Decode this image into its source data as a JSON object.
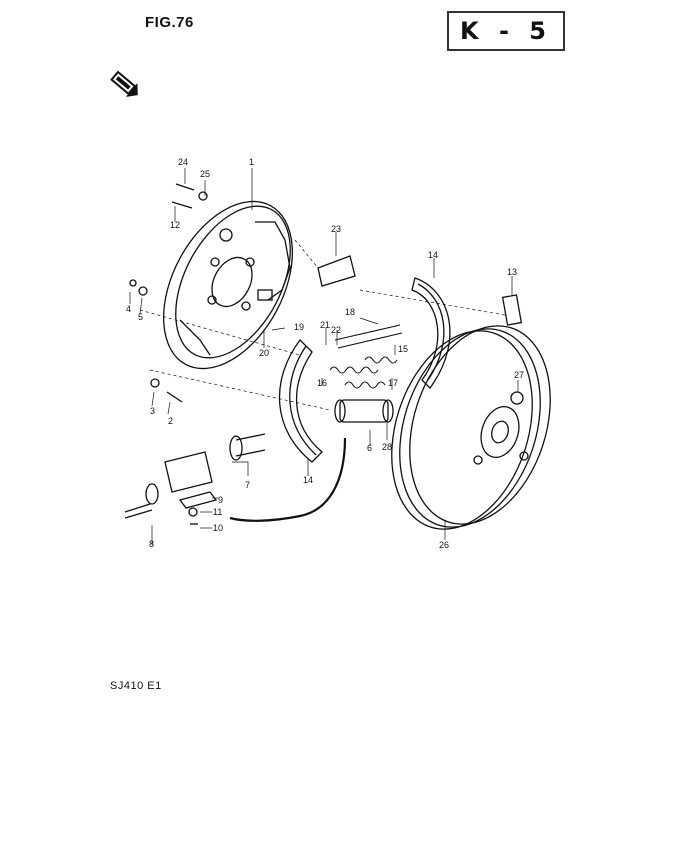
{
  "figure": {
    "title": "FIG.76",
    "page_code": "K - 5",
    "model_code": "SJ410 E1"
  },
  "callouts": [
    "1",
    "2",
    "3",
    "4",
    "5",
    "6",
    "7",
    "8",
    "9",
    "10",
    "11",
    "12",
    "13",
    "14",
    "14",
    "15",
    "16",
    "17",
    "18",
    "19",
    "20",
    "21",
    "22",
    "23",
    "24",
    "25",
    "26",
    "27",
    "28"
  ],
  "icons": {
    "front_indicator": "front-arrow-icon"
  }
}
